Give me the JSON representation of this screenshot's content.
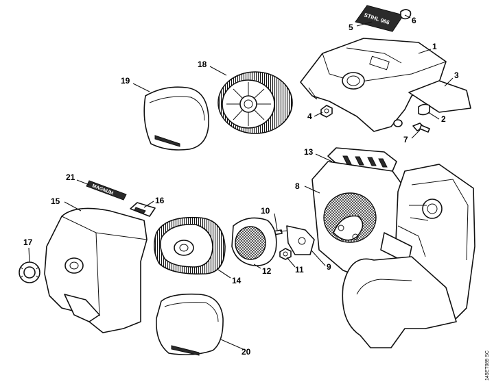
{
  "callouts": {
    "c1": "1",
    "c2": "2",
    "c3": "3",
    "c4": "4",
    "c5": "5",
    "c6": "6",
    "c7": "7",
    "c8": "8",
    "c9": "9",
    "c10": "10",
    "c11": "11",
    "c12": "12",
    "c13": "13",
    "c14": "14",
    "c15": "15",
    "c16": "16",
    "c17": "17",
    "c18": "18",
    "c19": "19",
    "c20": "20",
    "c21": "21"
  },
  "labels": {
    "stihl_decal": "STIHL 066",
    "magnum_decal": "MAGNUM"
  },
  "drawing_code": "145ET089 SC"
}
